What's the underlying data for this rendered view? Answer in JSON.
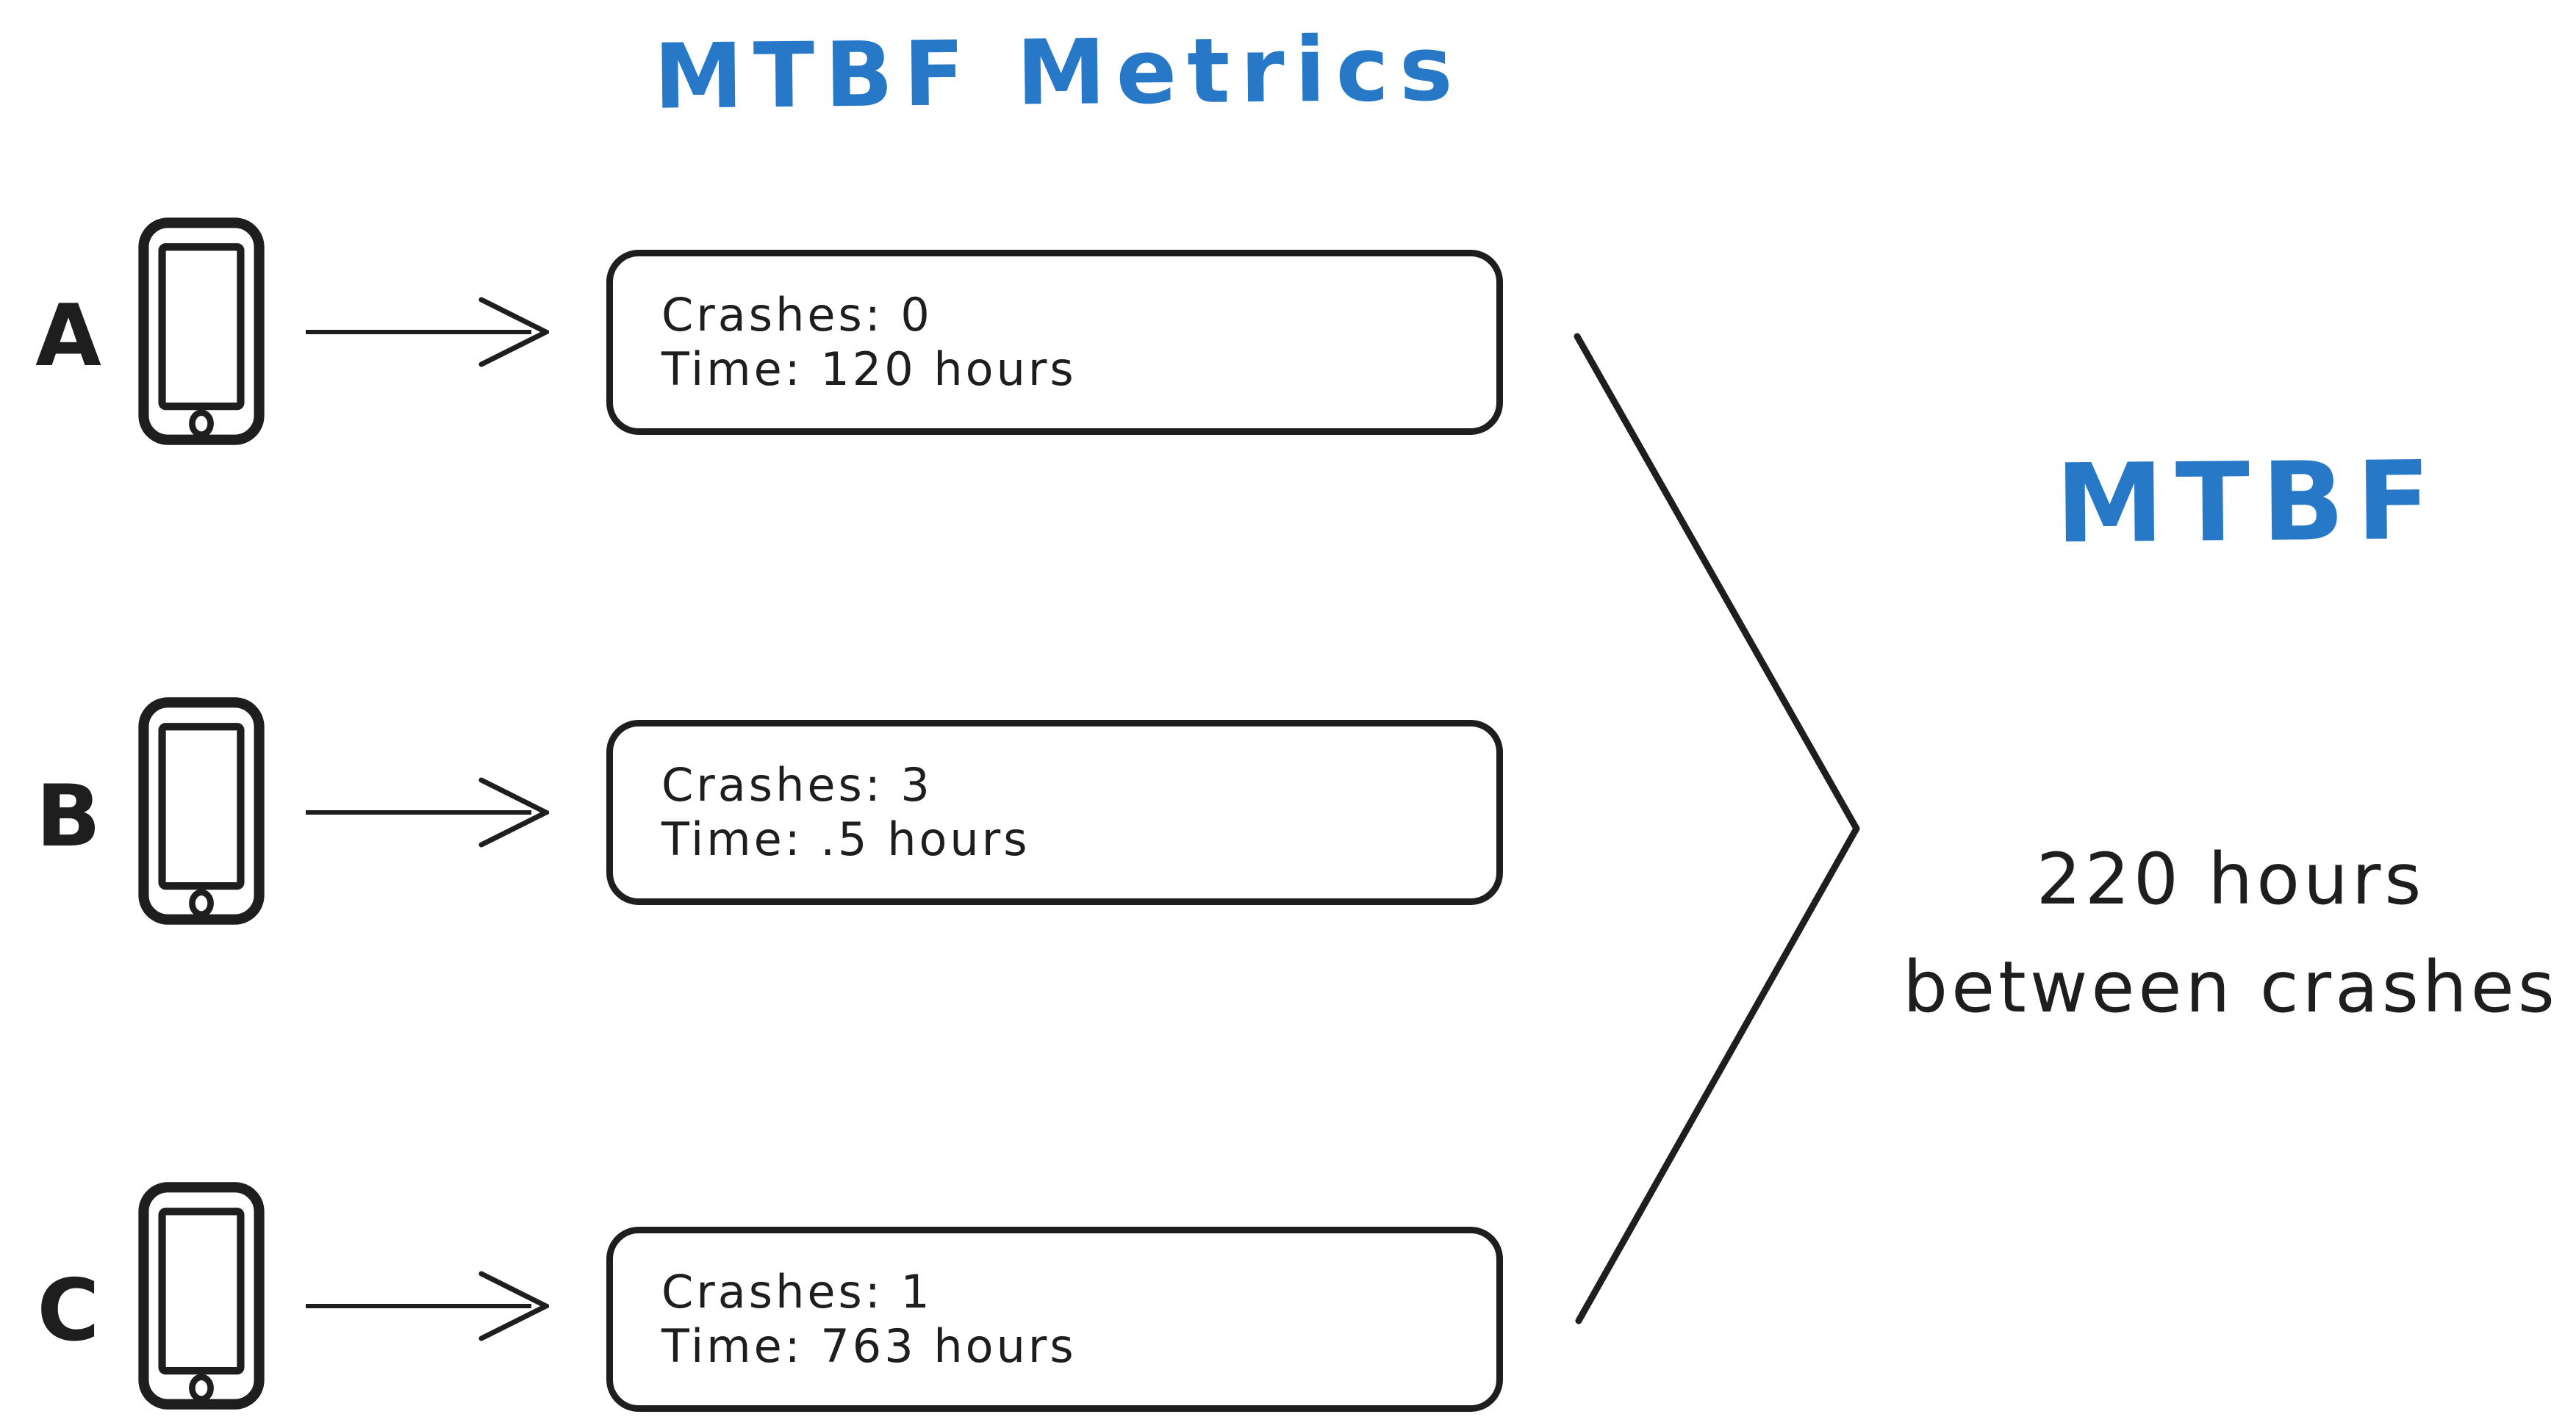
{
  "title": "MTBF Metrics",
  "colors": {
    "accent": "#2878c8",
    "ink": "#1e1e1e",
    "background": "#ffffff"
  },
  "icons": {
    "device": "smartphone-icon",
    "flow": "arrow-right-icon",
    "aggregate": "chevron-right-icon"
  },
  "devices": [
    {
      "label": "A",
      "crashes_line": "Crashes: 0",
      "time_line": "Time: 120 hours"
    },
    {
      "label": "B",
      "crashes_line": "Crashes: 3",
      "time_line": "Time: .5 hours"
    },
    {
      "label": "C",
      "crashes_line": "Crashes: 1",
      "time_line": "Time: 763 hours"
    }
  ],
  "result": {
    "heading": "MTBF",
    "line1": "220 hours",
    "line2": "between crashes"
  }
}
